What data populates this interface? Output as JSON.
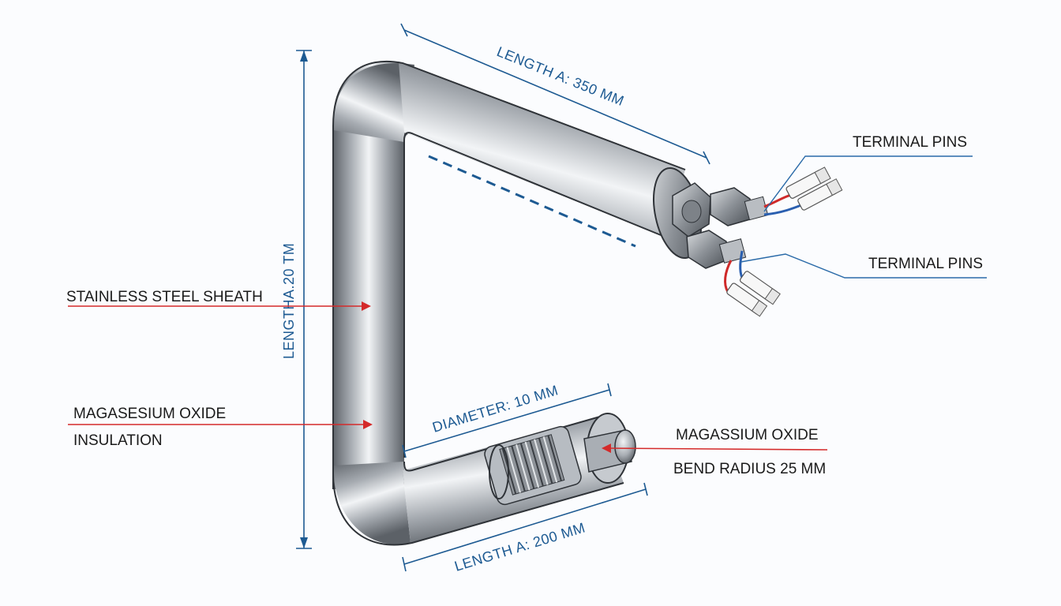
{
  "dimensions": {
    "length_top": "LENGTH A: 350 MM",
    "length_vertical": "LENGTHA.20 TM",
    "diameter": "DIAMETER: 10 MM",
    "length_bottom": "LENGTH A: 200 MM"
  },
  "callouts": {
    "terminal_pins_upper": "TERMINAL PINS",
    "terminal_pins_lower": "TERMINAL PINS",
    "sheath": "STAINLESS STEEL SHEATH",
    "insulation_line1": "MAGASESIUM OXIDE",
    "insulation_line2": "INSULATION",
    "core_line1": "MAGASSIUM OXIDE",
    "core_line2": "BEND RADIUS 25 MM"
  },
  "colors": {
    "dimension": "#1d5a92",
    "arrow_red": "#d42a2a",
    "leader_blue": "#2a6aa8",
    "tube_dark": "#6e7379",
    "tube_light": "#eef0f2"
  }
}
